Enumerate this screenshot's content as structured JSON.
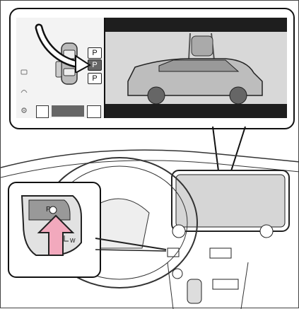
{
  "screen": {
    "park_buttons": [
      "P",
      "P",
      "P"
    ],
    "active_index": 1
  },
  "inset": {
    "switch_label": "P",
    "switch_sub_label": "W"
  },
  "colors": {
    "screen_dark": "#1e1e1e",
    "camera_bg": "#d8d8d8",
    "arrow_pink": "#f2a9bd",
    "button_active": "#666666"
  },
  "icons": {
    "arrow": "curved-arrow-icon",
    "push": "push-arrow-icon",
    "steering": "steering-wheel-icon"
  }
}
